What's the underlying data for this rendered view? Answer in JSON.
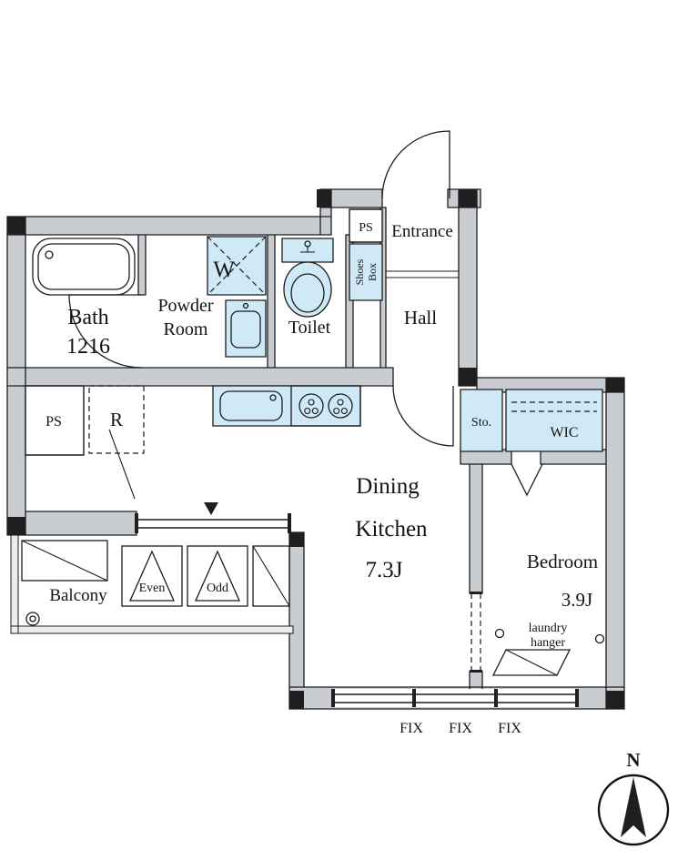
{
  "colors": {
    "wall": "#c9cdd1",
    "fixture": "#cfe9f6",
    "line": "#1c1c1c",
    "bg": "#ffffff"
  },
  "rooms": {
    "bath": {
      "name": "Bath",
      "size": "1216"
    },
    "powder": {
      "line1": "Powder",
      "line2": "Room"
    },
    "toilet": {
      "name": "Toilet"
    },
    "entrance": {
      "name": "Entrance"
    },
    "hall": {
      "name": "Hall"
    },
    "dining_kitchen": {
      "line1": "Dining",
      "line2": "Kitchen",
      "size": "7.3J"
    },
    "bedroom": {
      "name": "Bedroom",
      "size": "3.9J"
    },
    "balcony": {
      "name": "Balcony"
    },
    "wic": {
      "name": "WIC"
    },
    "storage": {
      "name": "Sto."
    }
  },
  "fixtures": {
    "washer": "W",
    "refrigerator": "R",
    "shoes_box": {
      "line1": "Shoes",
      "line2": "Box"
    },
    "pipe_space_top": "PS",
    "pipe_space_left": "PS",
    "laundry_hanger": {
      "line1": "laundry",
      "line2": "hanger"
    }
  },
  "balcony_hatches": {
    "even": "Even",
    "odd": "Odd"
  },
  "windows": {
    "fix_labels": [
      "FIX",
      "FIX",
      "FIX"
    ]
  },
  "compass": {
    "north": "N"
  }
}
